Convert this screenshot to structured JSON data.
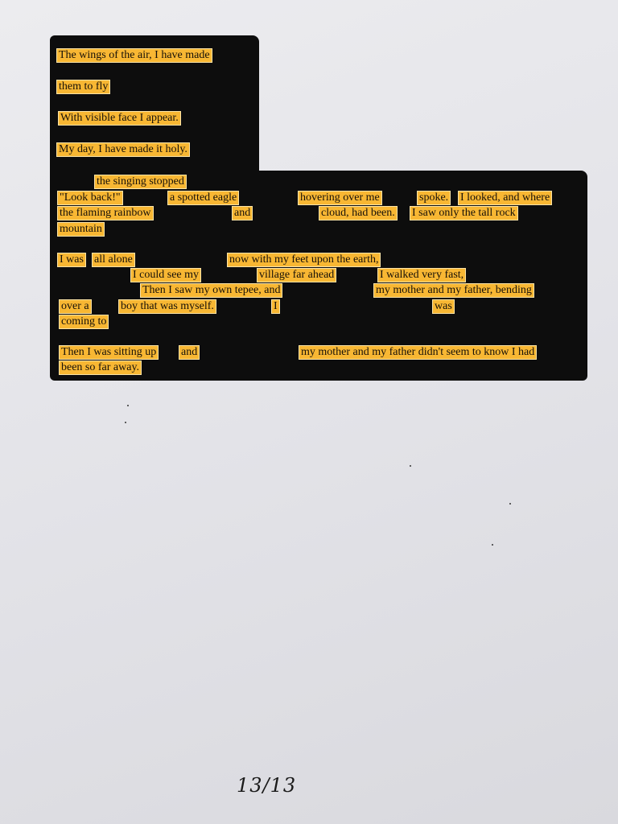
{
  "poem": {
    "highlights": [
      "The wings of the air, I have made",
      "them to fly",
      "With visible face I appear.",
      "My day, I have made it holy.",
      "the singing stopped",
      "\"Look back!\"",
      "a spotted eagle",
      "hovering over me",
      "spoke.",
      "I looked, and where",
      "the flaming rainbow",
      "and",
      "cloud, had been.",
      "I saw only the tall rock",
      "mountain",
      "I was",
      "all alone",
      "now with my feet upon the earth,",
      "I could see my",
      "village far ahead",
      "I walked very fast,",
      "Then I saw my own tepee, and",
      "my mother and my father, bending",
      "over a",
      "boy that was myself.",
      "I",
      "was",
      "coming to",
      "Then I was sitting up",
      "and",
      "my mother and my father didn't seem to know I had",
      "been so far away."
    ]
  },
  "page_number": "13/13",
  "colors": {
    "highlight": "#f8b733",
    "blackout": "#0d0d0d",
    "paper": "#e6e6ea"
  }
}
